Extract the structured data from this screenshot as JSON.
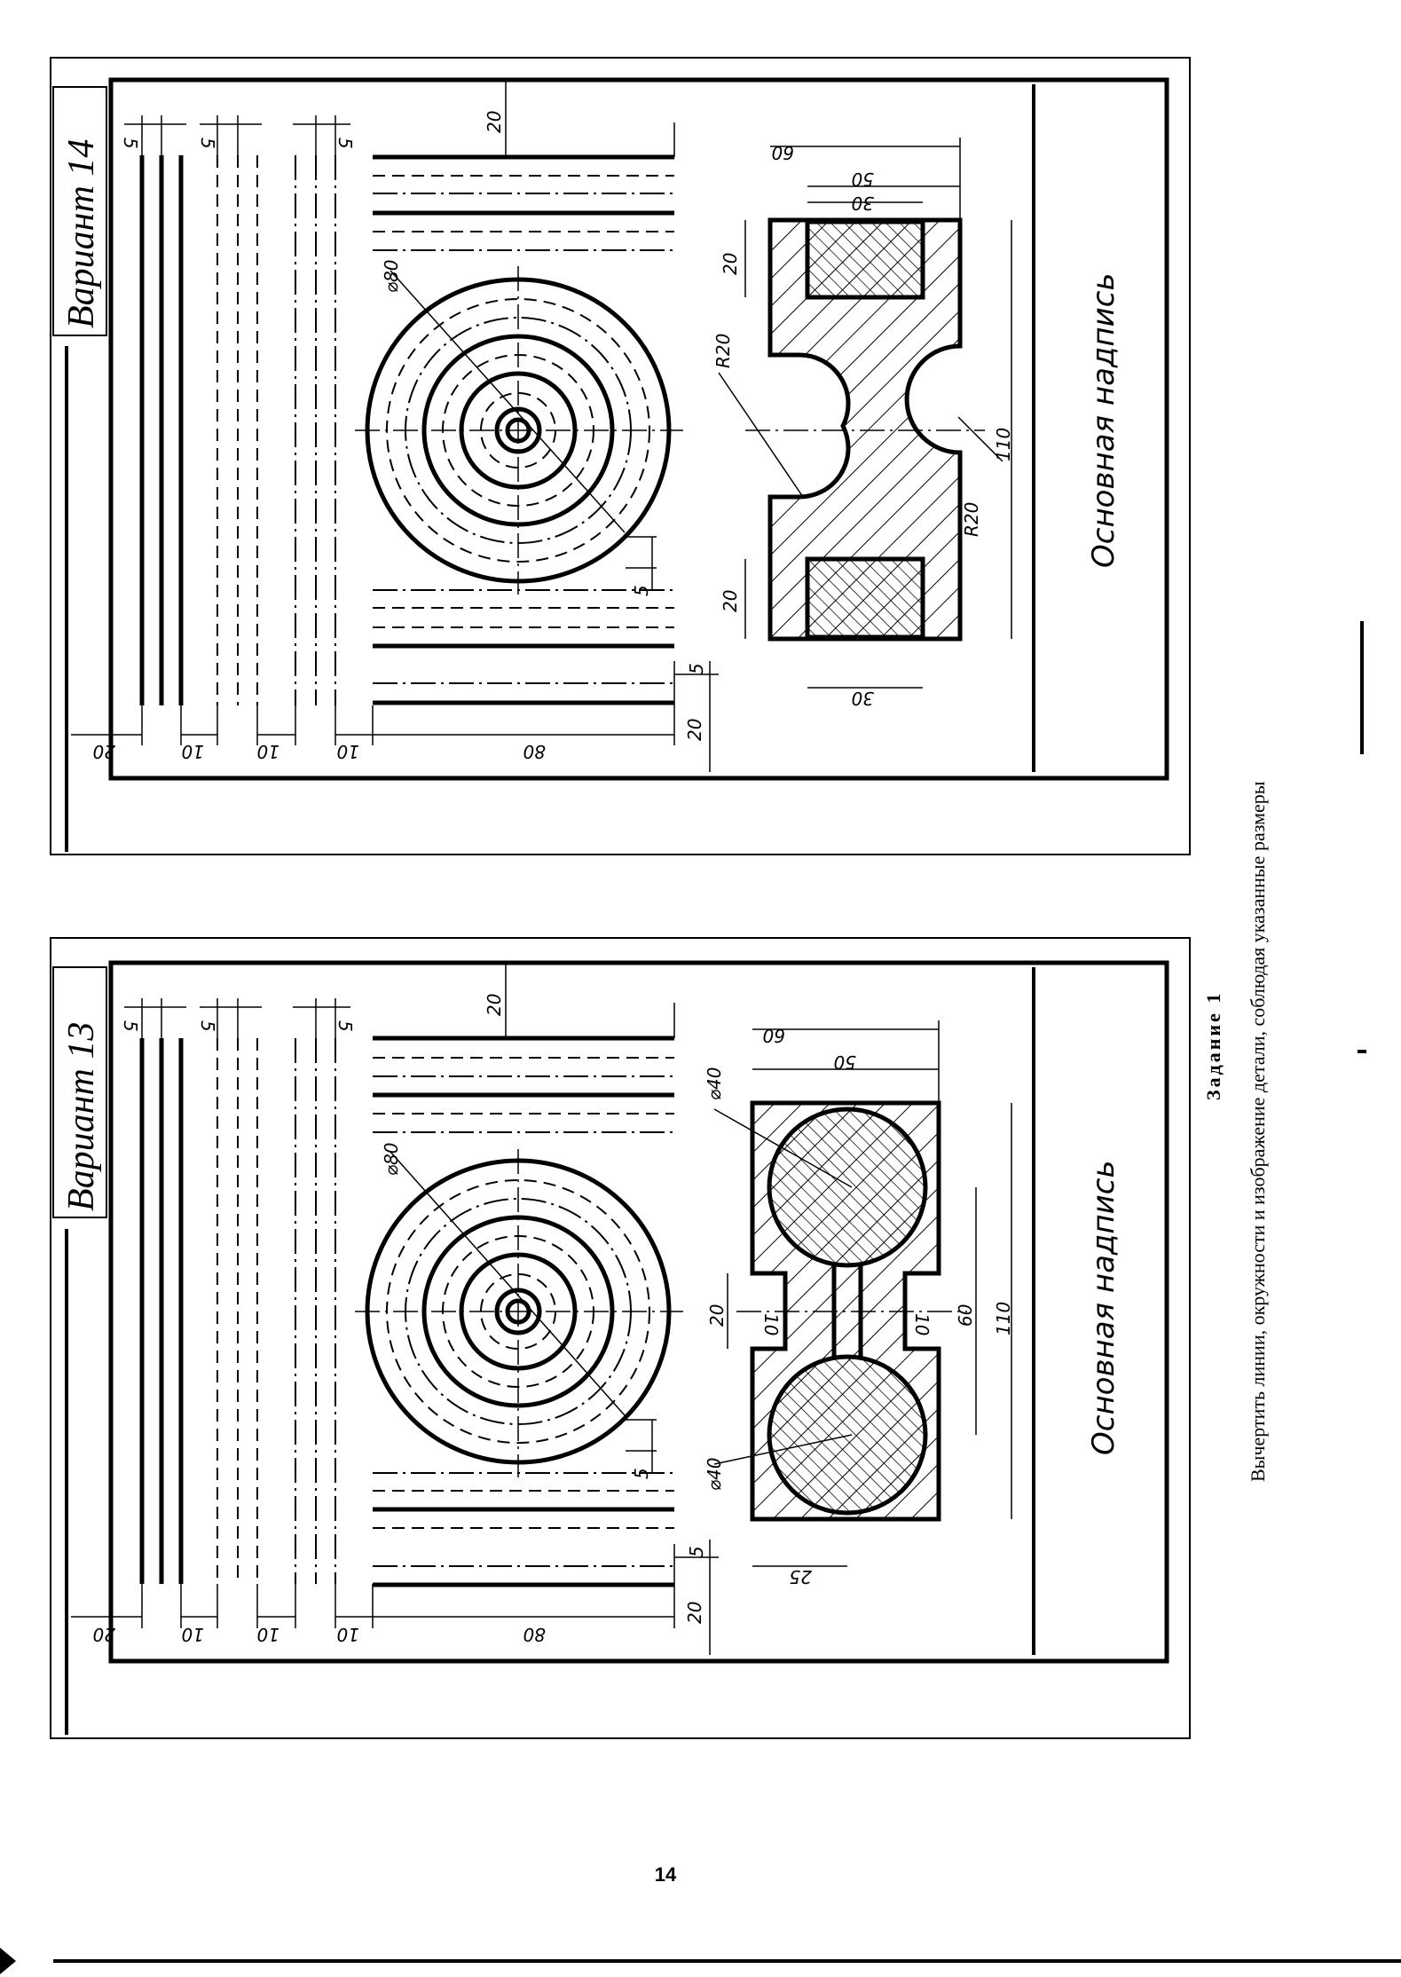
{
  "page": {
    "number": "14",
    "task_title": "Задание 1",
    "task_text": "Вычертить линии, окружности и изображение детали, соблюдая указанные размеры"
  },
  "variant13": {
    "title": "Вариант 13",
    "stamp_label": "Основная надпись",
    "dims": {
      "top_margin": "20",
      "gap_a": "5",
      "gap_b": "5",
      "gap_c": "5",
      "left_20": "20",
      "left_10a": "10",
      "left_10b": "10",
      "left_10c": "10",
      "len_80": "80",
      "bottom_20": "20",
      "bottom_5": "5",
      "circle_dia": "⌀80",
      "circle_step": "5",
      "part_60": "60",
      "part_50": "50",
      "part_25": "25",
      "part_20": "20",
      "part_10a": "10",
      "part_10b": "10",
      "part_60v": "60",
      "part_110": "110",
      "hole_dia_a": "⌀40",
      "hole_dia_b": "⌀40"
    }
  },
  "variant14": {
    "title": "Вариант 14",
    "stamp_label": "Основная надпись",
    "dims": {
      "top_margin": "20",
      "gap_a": "5",
      "gap_b": "5",
      "gap_c": "5",
      "left_20": "20",
      "left_10a": "10",
      "left_10b": "10",
      "left_10c": "10",
      "len_80": "80",
      "bottom_20": "20",
      "bottom_5": "5",
      "circle_dia": "⌀80",
      "circle_step": "5",
      "part_60": "60",
      "part_50": "50",
      "part_30a": "30",
      "part_30b": "30",
      "part_20a": "20",
      "part_20b": "20",
      "part_r20": "R20",
      "part_r20b": "R20",
      "part_110": "110"
    }
  }
}
